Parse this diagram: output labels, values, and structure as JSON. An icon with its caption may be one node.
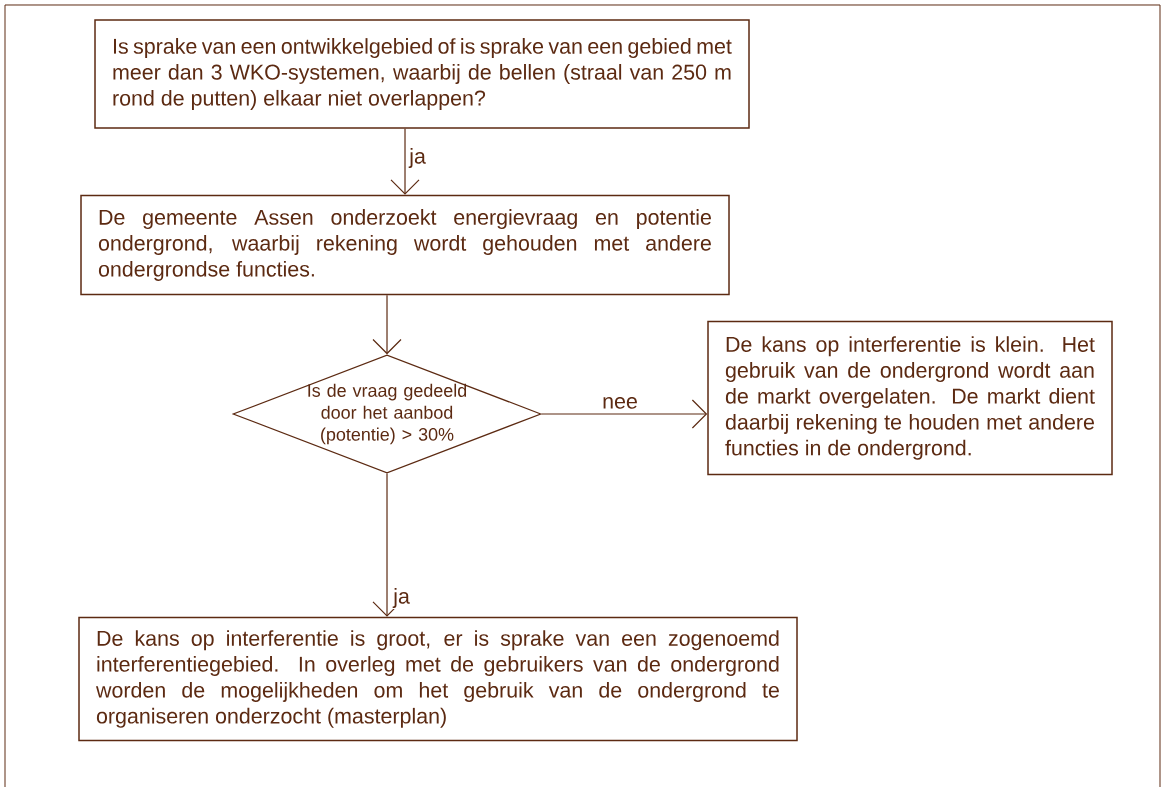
{
  "diagram": {
    "nodes": [
      {
        "text": [
          "Is sprake van een ontwikkelgebied of is sprake van een gebied met meer dan 3 WKO-systemen, waarbij de bellen (straal van 250 m rond de putten) elkaar niet overlappen?"
        ]
      },
      {
        "text": [
          "De gemeente Assen onderzoekt energievraag en potentie ondergrond, waarbij rekening wordt gehouden met andere ondergrondse functies."
        ]
      },
      {
        "text": [
          "Is de vraag gedeeld door het aanbod (potentie) > 30%"
        ]
      },
      {
        "text": [
          "De kans op interferentie is klein. Het gebruik van de ondergrond wordt aan de markt overgelaten. De markt dient daarbij rekening te houden met andere functies in de ondergrond."
        ]
      },
      {
        "text": [
          "De kans op interferentie is groot, er is sprake van een zogenoemd interferentiegebied. In overleg met de gebruikers van de ondergrond worden de mogelijkheden om het gebruik van de ondergrond te organiseren onderzocht (masterplan)"
        ]
      }
    ],
    "edges": [
      {
        "from": 0,
        "to": 1,
        "arrow": "to",
        "label": "ja"
      },
      {
        "from": 1,
        "to": 2,
        "arrow": "to"
      },
      {
        "from": 2,
        "to": 3,
        "arrow": "to",
        "label": "nee"
      },
      {
        "from": 2,
        "to": 4,
        "arrow": "to",
        "label": "ja"
      }
    ]
  }
}
